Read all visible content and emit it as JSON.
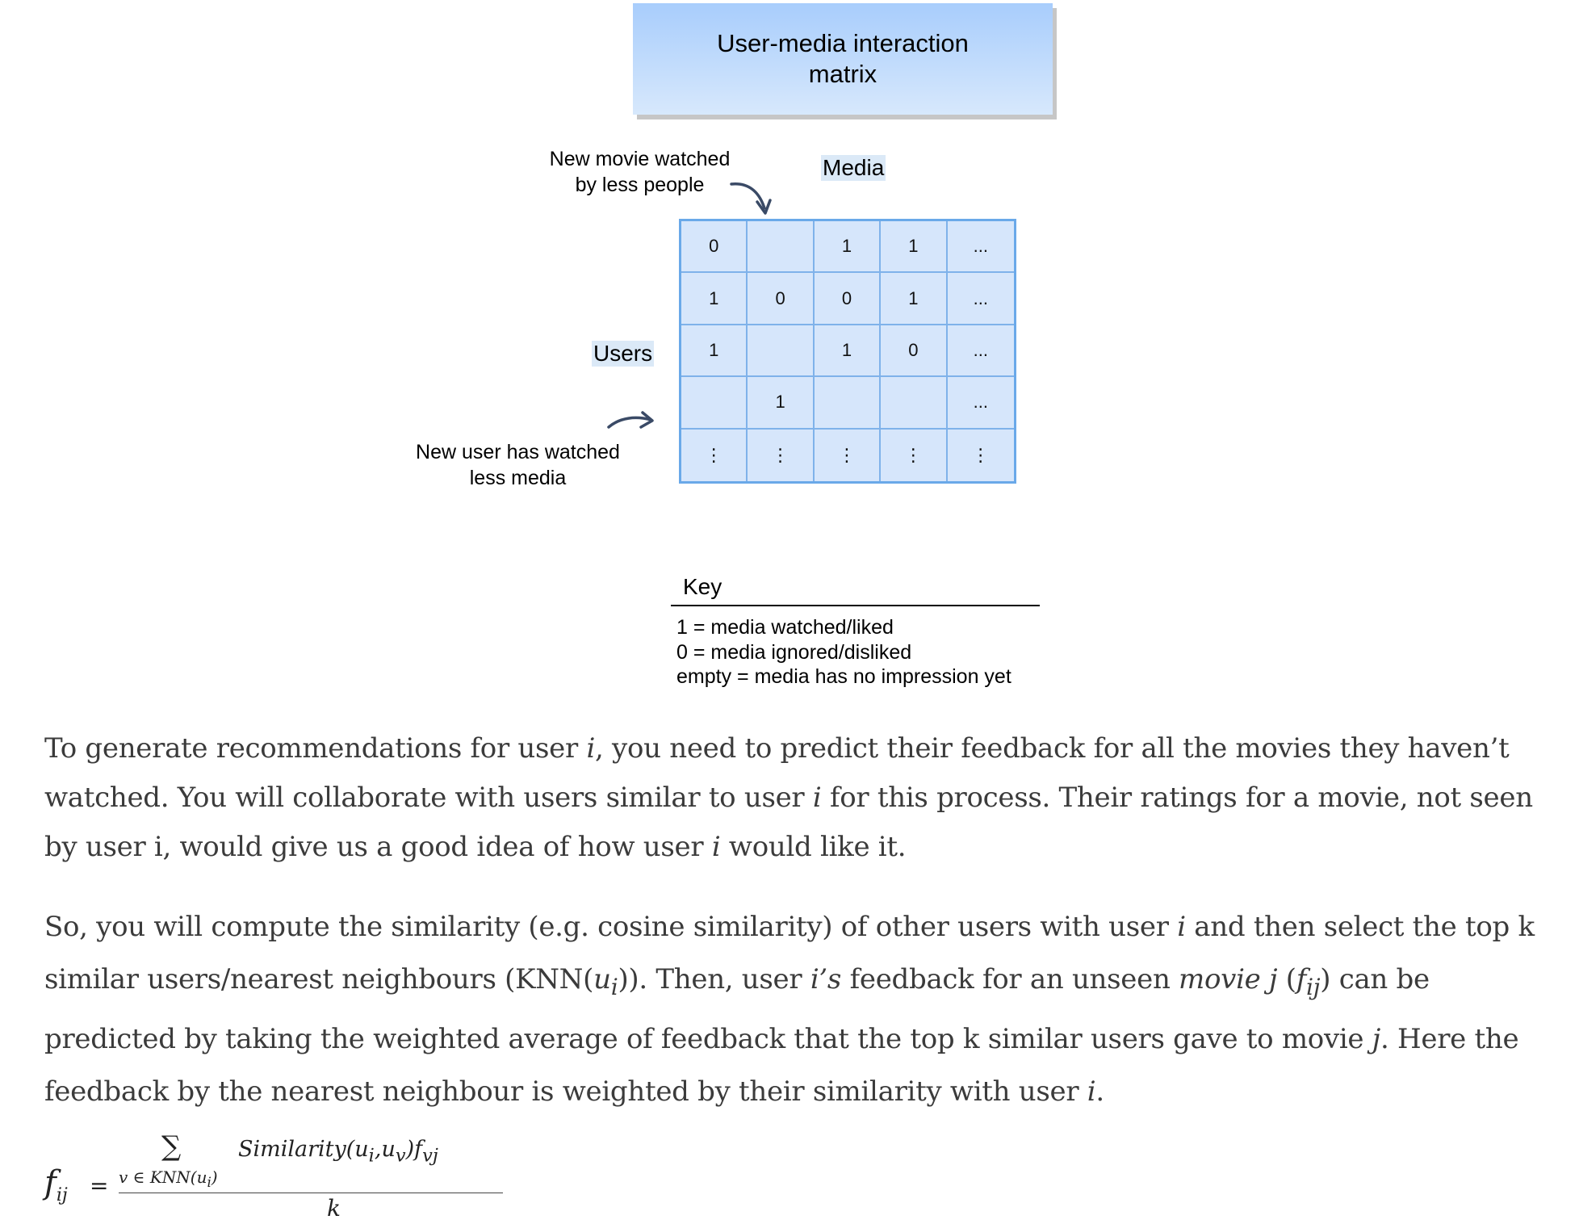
{
  "diagram": {
    "title": "User-media interaction\nmatrix",
    "media_label": "Media",
    "users_label": "Users",
    "new_movie_note": "New movie watched\nby less people",
    "new_user_note": "New user has watched\nless media",
    "matrix": [
      [
        "0",
        "",
        "1",
        "1",
        "..."
      ],
      [
        "1",
        "0",
        "0",
        "1",
        "..."
      ],
      [
        "1",
        "",
        "1",
        "0",
        "..."
      ],
      [
        "",
        "1",
        "",
        "",
        "..."
      ],
      [
        "⋮",
        "⋮",
        "⋮",
        "⋮",
        "⋮"
      ]
    ],
    "key": {
      "title": "Key",
      "items": [
        "1 = media watched/liked",
        "0 = media ignored/disliked",
        "empty = media has no impression yet"
      ]
    }
  },
  "text": {
    "p1_a": "To generate recommendations for user ",
    "p1_i1": "i",
    "p1_b": ", you need to predict their feedback for all the movies they haven’t watched. You will collaborate with users similar to user ",
    "p1_i2": "i",
    "p1_c": " for this process. Their ratings for a movie, not seen by user i, would give us a good idea of how user ",
    "p1_i3": "i",
    "p1_d": " would like it.",
    "p2_a": "So, you will compute the similarity (e.g. cosine similarity) of other users with user ",
    "p2_i1": "i",
    "p2_b": " and then select the top k similar users/nearest neighbours (KNN(",
    "p2_m1": "u",
    "p2_m1_sub": "i",
    "p2_c": ")). Then, user ",
    "p2_i2": "i’s",
    "p2_d": " feedback for an unseen ",
    "p2_i3": "movie j",
    "p2_e": " (",
    "p2_m2": "f",
    "p2_m2_sub": "ij",
    "p2_f": ") can be predicted by taking the weighted average of feedback that the top k similar users gave to movie ",
    "p2_i4": "j",
    "p2_g": ". Here the feedback by the nearest neighbour is weighted by their similarity with user ",
    "p2_i5": "i",
    "p2_h": "."
  },
  "formula": {
    "lhs": "f",
    "lhs_sub": "ij",
    "equals": "=",
    "sigma": "∑",
    "sum_index": "v ∈ KNN(u",
    "sum_index_sub": "i",
    "sum_index_end": ")",
    "numerator": "Similarity(u",
    "num_sub1": "i",
    "num_mid": ",u",
    "num_sub2": "v",
    "num_mid2": ")f",
    "num_sub3": "vj",
    "denominator": "k"
  }
}
